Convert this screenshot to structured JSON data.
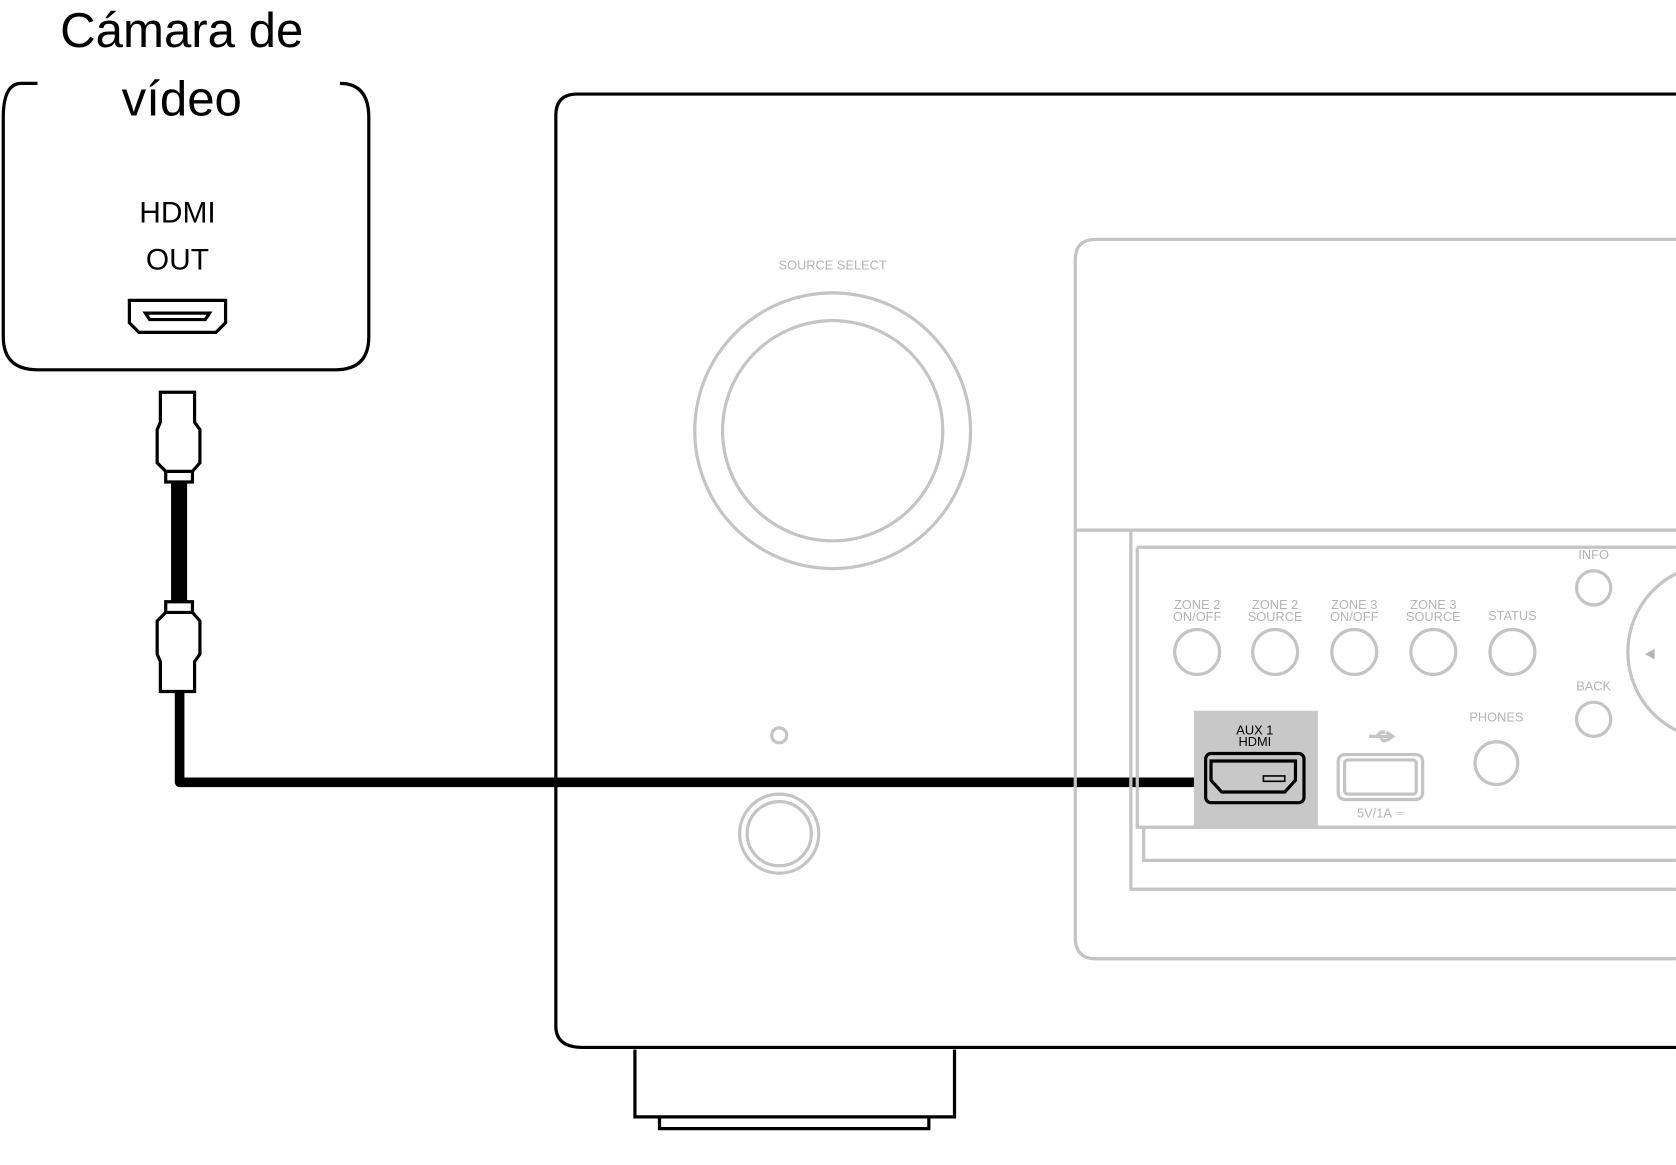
{
  "device": {
    "title_line1": "Cámara de",
    "title_line2": "vídeo",
    "port_line1": "HDMI",
    "port_line2": "OUT"
  },
  "receiver": {
    "source_select": "SOURCE SELECT",
    "buttons": [
      {
        "line1": "ZONE 2",
        "line2": "ON/OFF"
      },
      {
        "line1": "ZONE 2",
        "line2": "SOURCE"
      },
      {
        "line1": "ZONE 3",
        "line2": "ON/OFF"
      },
      {
        "line1": "ZONE 3",
        "line2": "SOURCE"
      },
      {
        "line1": "",
        "line2": "STATUS"
      }
    ],
    "info": "INFO",
    "back": "BACK",
    "phones": "PHONES",
    "aux_line1": "AUX 1",
    "aux_line2": "HDMI",
    "usb_rating": "5V/1A ⎓"
  },
  "colors": {
    "line": "#000000",
    "panel": "#c4c4c4",
    "highlight": "#c8c8c8"
  }
}
